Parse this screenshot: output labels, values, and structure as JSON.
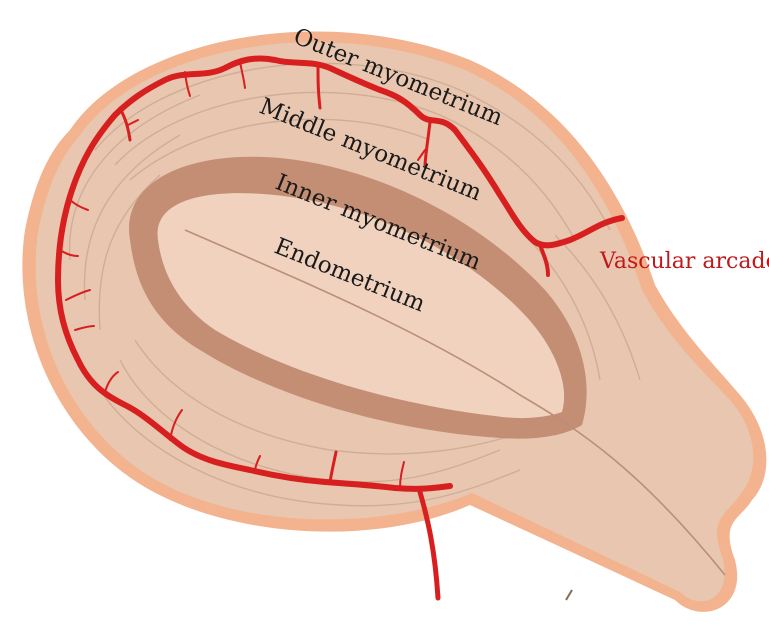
{
  "labels": {
    "outer": "Outer myometrium",
    "middle": "Middle myometrium",
    "inner": "Inner myometrium",
    "endometrium": "Endometrium",
    "vascular": "Vascular arcade"
  },
  "colors": {
    "wall_outline": "#f3b38e",
    "myometrium": "#e8c6b0",
    "inner_myometrium": "#c38e74",
    "endometrium": "#f0d2bf",
    "vessel": "#d81f1f",
    "label_red": "#c0191c",
    "lines": "#cfae98"
  }
}
